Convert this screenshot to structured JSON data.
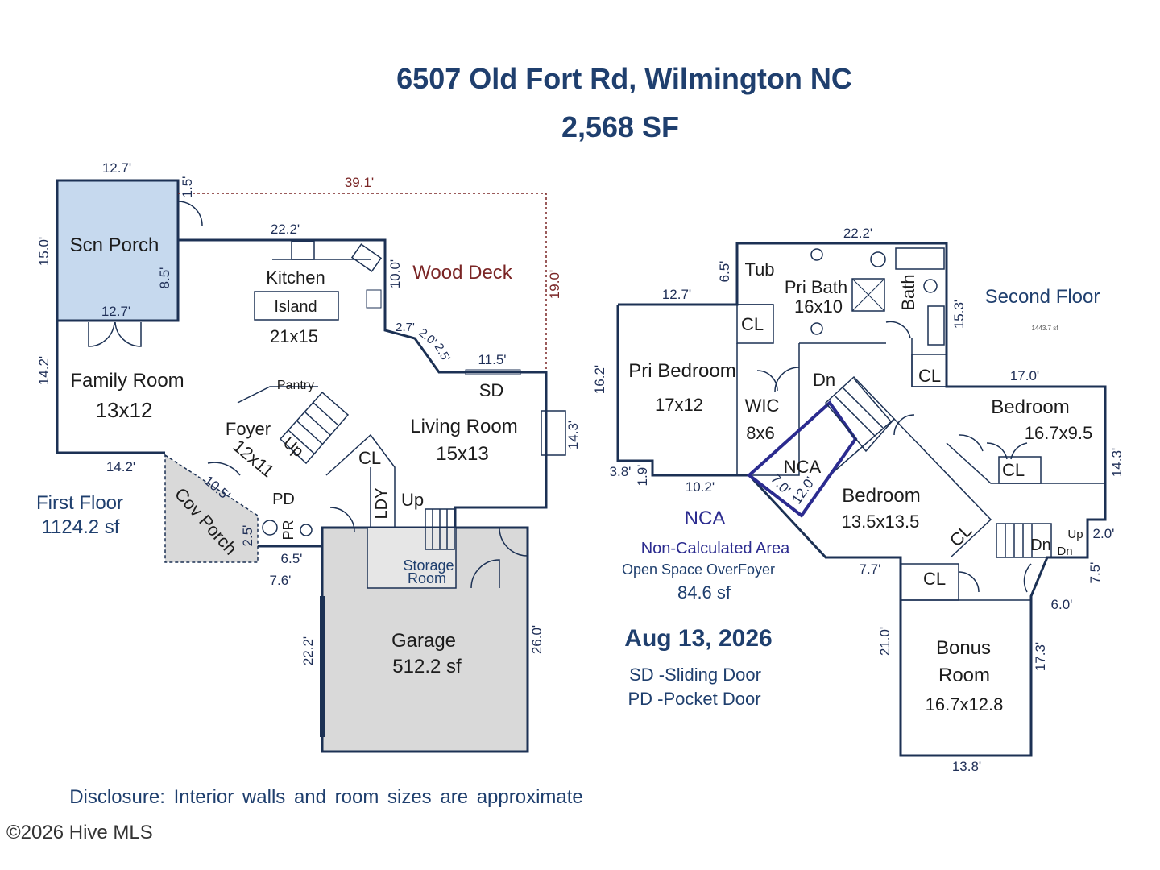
{
  "header": {
    "address": "6507 Old Fort Rd, Wilmington NC",
    "total_sf": "2,568 SF"
  },
  "first_floor": {
    "label": "First Floor",
    "area": "1124.2 sf",
    "rooms": {
      "scn_porch": "Scn Porch",
      "kitchen": "Kitchen",
      "island": "Island",
      "kitchen_size": "21x15",
      "wood_deck": "Wood Deck",
      "family_room": "Family Room",
      "family_size": "13x12",
      "pantry": "Pantry",
      "foyer": "Foyer",
      "foyer_size": "12x11",
      "up1": "Up",
      "cl1": "CL",
      "living_room": "Living Room",
      "living_size": "15x13",
      "sd": "SD",
      "ldy": "LDY",
      "up2": "Up",
      "pd": "PD",
      "pr": "PR",
      "cov_porch": "Cov Porch",
      "storage1": "Storage",
      "storage2": "Room",
      "garage": "Garage",
      "garage_area": "512.2 sf"
    },
    "dims": {
      "top_porch": "12.7'",
      "top_deck": "39.1'",
      "porch_1_5": "1.5'",
      "porch_side": "15.0'",
      "kitchen_top": "22.2'",
      "porch_8_5": "8.5'",
      "porch_bottom": "12.7'",
      "kitchen_10": "10.0'",
      "deck_19": "19.0'",
      "angle_2_7": "2.7'",
      "angle_2_0": "2.0'",
      "angle_2_5": "2.5'",
      "sd_11_5": "11.5'",
      "family_side": "14.2'",
      "living_14_3": "14.3'",
      "family_bottom": "14.2'",
      "cov_10_5": "10.5'",
      "cov_2_5": "2.5'",
      "pr_6_5": "6.5'",
      "pr_7_6": "7.6'",
      "garage_left": "22.2'",
      "garage_right": "26.0'"
    }
  },
  "second_floor": {
    "label": "Second Floor",
    "tiny_area": "1443.7 sf",
    "rooms": {
      "tub": "Tub",
      "pri_bath": "Pri Bath",
      "pri_bath_size": "16x10",
      "bath": "Bath",
      "cl_a": "CL",
      "pri_bedroom": "Pri Bedroom",
      "pri_bedroom_size": "17x12",
      "wic": "WIC",
      "wic_size": "8x6",
      "dn1": "Dn",
      "cl_b": "CL",
      "bedroom1": "Bedroom",
      "bedroom1_size": "16.7x9.5",
      "cl_c": "CL",
      "nca": "NCA",
      "bedroom2": "Bedroom",
      "bedroom2_size": "13.5x13.5",
      "cl_d": "CL",
      "dn2": "Dn",
      "up3": "Up",
      "dn3": "Dn",
      "cl_e": "CL",
      "bonus1": "Bonus",
      "bonus2": "Room",
      "bonus_size": "16.7x12.8"
    },
    "dims": {
      "top_22_2": "22.2'",
      "tub_6_5": "6.5'",
      "pri_12_7": "12.7'",
      "bath_15_3": "15.3'",
      "pri_16_2": "16.2'",
      "bed_17_0": "17.0'",
      "bed_14_3": "14.3'",
      "d3_8": "3.8'",
      "d1_9": "1.9'",
      "d10_2": "10.2'",
      "nca_7_0": "7.0'",
      "nca_12_0": "12.0'",
      "d2_0": "2.0'",
      "d7_5": "7.5'",
      "d7_7": "7.7'",
      "d6_0": "6.0'",
      "bonus_21_0": "21.0'",
      "bonus_17_3": "17.3'",
      "bonus_13_8": "13.8'"
    },
    "nca_legend": {
      "title": "NCA",
      "line1": "Non-Calculated Area",
      "line2": "Open Space OverFoyer",
      "area": "84.6 sf"
    }
  },
  "legend": {
    "date": "Aug 13, 2026",
    "sd": "SD -Sliding Door",
    "pd": "PD -Pocket Door"
  },
  "footer": {
    "disclosure": "Disclosure: Interior walls and room sizes are approximate",
    "copyright": "©2026 Hive MLS"
  },
  "colors": {
    "title": "#1f3f6e",
    "wall": "#1c3154",
    "dim": "#1f2f57",
    "deck": "#7a2525",
    "porch_fill": "#c6d9ee",
    "garage_fill": "#d9d9d9",
    "nca": "#2b2b8f"
  }
}
